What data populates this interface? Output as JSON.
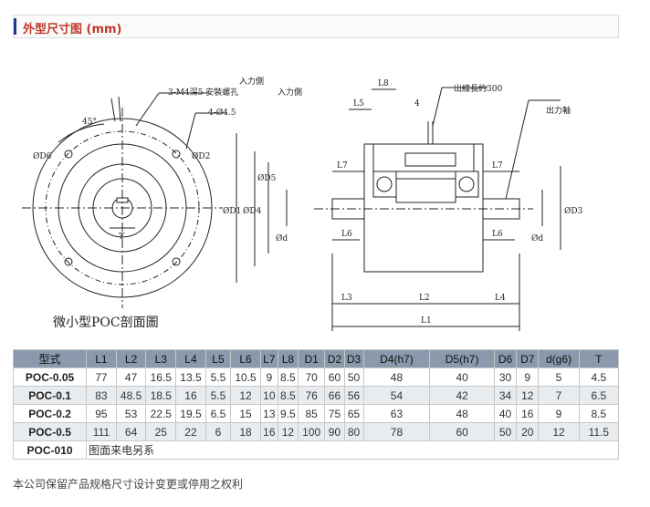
{
  "header": {
    "title": "外型尺寸图 (mm)"
  },
  "drawing": {
    "labels": {
      "input_side_top": "入力側",
      "mounting_screw": "3-M4深5 安裝螺孔",
      "input_side_mid": "入力側",
      "holes": "4-Ø4.5",
      "angle": "45°",
      "d6": "ØD6",
      "d2": "ØD2",
      "t": "T",
      "lead_length": "出線長約300",
      "output_shaft": "出力軸",
      "l8": "L8",
      "l5": "L5",
      "dim_4": "4",
      "l7_left": "L7",
      "l7_right": "L7",
      "l6_left": "L6",
      "l6_right": "L6",
      "l3": "L3",
      "l2": "L2",
      "l4": "L4",
      "l1": "L1",
      "d1": "ØD1",
      "d4": "ØD4",
      "d5": "ØD5",
      "d3": "ØD3",
      "d_left": "Ød",
      "d_right": "Ød",
      "caption": "微小型POC剖面圖"
    }
  },
  "table": {
    "headers": [
      "型式",
      "L1",
      "L2",
      "L3",
      "L4",
      "L5",
      "L6",
      "L7",
      "L8",
      "D1",
      "D2",
      "D3",
      "D4(h7)",
      "D5(h7)",
      "D6",
      "D7",
      "d(g6)",
      "T"
    ],
    "rows": [
      [
        "POC-0.05",
        "77",
        "47",
        "16.5",
        "13.5",
        "5.5",
        "10.5",
        "9",
        "8.5",
        "70",
        "60",
        "50",
        "48",
        "40",
        "30",
        "9",
        "5",
        "4.5"
      ],
      [
        "POC-0.1",
        "83",
        "48.5",
        "18.5",
        "16",
        "5.5",
        "12",
        "10",
        "8.5",
        "76",
        "66",
        "56",
        "54",
        "42",
        "34",
        "12",
        "7",
        "6.5"
      ],
      [
        "POC-0.2",
        "95",
        "53",
        "22.5",
        "19.5",
        "6.5",
        "15",
        "13",
        "9.5",
        "85",
        "75",
        "65",
        "63",
        "48",
        "40",
        "16",
        "9",
        "8.5"
      ],
      [
        "POC-0.5",
        "111",
        "64",
        "25",
        "22",
        "6",
        "18",
        "16",
        "12",
        "100",
        "90",
        "80",
        "78",
        "60",
        "50",
        "20",
        "12",
        "11.5"
      ]
    ],
    "last_row": {
      "model": "POC-010",
      "note": "图面来电另系"
    }
  },
  "footnote": "本公司保留产品规格尺寸设计变更或停用之权利"
}
